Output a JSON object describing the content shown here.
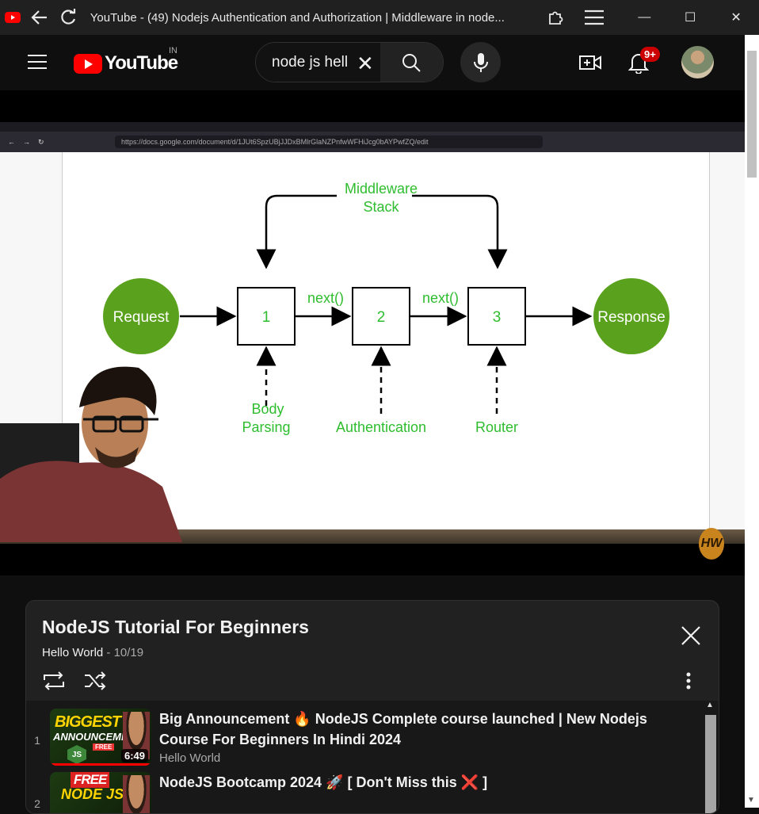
{
  "window": {
    "title": "YouTube - (49) Nodejs Authentication and Authorization | Middleware in node...",
    "controls": {
      "minimize": "—",
      "maximize": "☐",
      "close": "✕"
    }
  },
  "header": {
    "logo_text": "YouTube",
    "country_code": "IN",
    "search_value": "node js hell",
    "notification_badge": "9+"
  },
  "video": {
    "browser_url": "https://docs.google.com/document/d/1JUt6SpzUBjJJDxBMlrGlaNZPnfwWFHiJcg0bAYPwfZQ/edit",
    "diagram": {
      "stack_label_line1": "Middleware",
      "stack_label_line2": "Stack",
      "request": "Request",
      "response": "Response",
      "box1": "1",
      "box2": "2",
      "box3": "3",
      "next1": "next()",
      "next2": "next()",
      "label1_line1": "Body",
      "label1_line2": "Parsing",
      "label2": "Authentication",
      "label3": "Router"
    },
    "watermark": "HW"
  },
  "playlist": {
    "title": "NodeJS Tutorial For Beginners",
    "channel": "Hello World",
    "position": " - 10/19",
    "items": [
      {
        "index": "1",
        "title": "Big Announcement 🔥 NodeJS Complete course launched | New Nodejs Course For Beginners In Hindi 2024",
        "channel": "Hello World",
        "duration": "6:49",
        "thumb_line1": "BIGGEST",
        "thumb_line2": "ANNOUNCEMENT",
        "thumb_tag": "FREE",
        "thumb_logo": "JS"
      },
      {
        "index": "2",
        "title": "NodeJS Bootcamp 2024 🚀 [ Don't Miss this ❌ ]",
        "thumb_line1": "FREE",
        "thumb_line2": "NODE JS"
      }
    ]
  },
  "colors": {
    "youtube_red": "#ff0000",
    "diagram_green": "#2ebd2e",
    "node_circle": "#5aa21d"
  }
}
